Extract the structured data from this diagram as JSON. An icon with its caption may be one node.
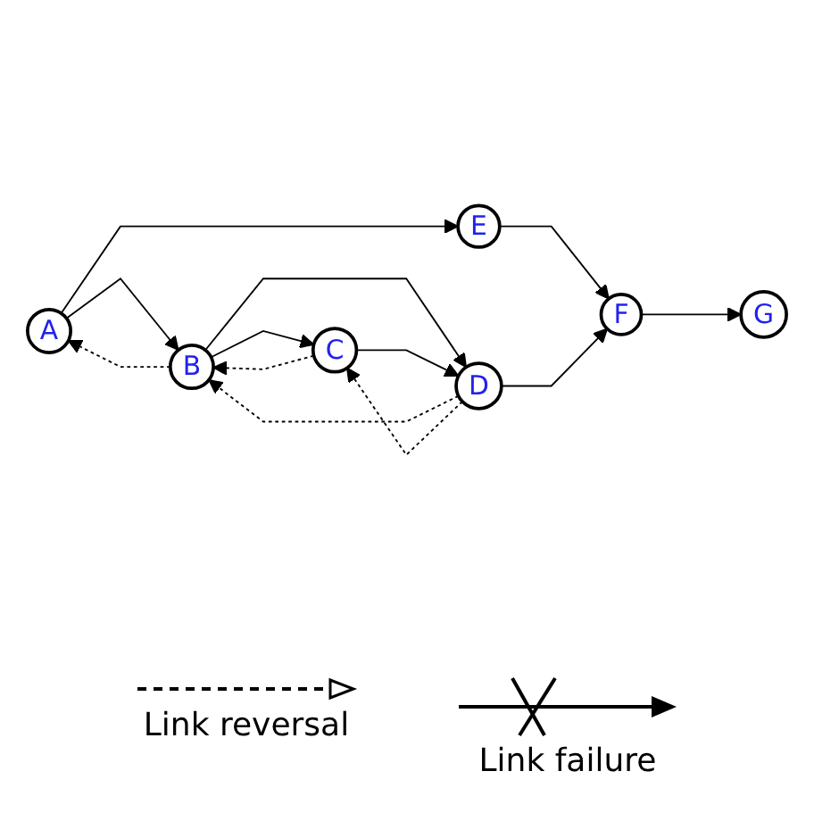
{
  "diagram": {
    "nodes": [
      {
        "text": [
          "A"
        ]
      },
      {
        "text": [
          "B"
        ]
      },
      {
        "text": [
          "C"
        ]
      },
      {
        "text": [
          "D"
        ]
      },
      {
        "text": [
          "G"
        ]
      },
      {
        "text": [
          "E"
        ]
      },
      {
        "text": [
          "F"
        ]
      }
    ],
    "edges": [
      {
        "from": 0,
        "to": 1,
        "arrow": "to"
      },
      {
        "from": 1,
        "to": 0,
        "arrow": "to",
        "style": "dashed"
      },
      {
        "from": 1,
        "to": 2,
        "arrow": "to"
      },
      {
        "from": 2,
        "to": 1,
        "arrow": "to",
        "style": "dashed"
      },
      {
        "from": 1,
        "to": 3,
        "arrow": "to"
      },
      {
        "from": 3,
        "to": 1,
        "arrow": "to",
        "style": "dashed"
      },
      {
        "from": 3,
        "to": 2,
        "arrow": "to",
        "style": "dashed"
      },
      {
        "from": 2,
        "to": 3,
        "arrow": "to"
      },
      {
        "from": 0,
        "to": 5,
        "arrow": "to"
      },
      {
        "from": 5,
        "to": 6,
        "arrow": "to"
      },
      {
        "from": 3,
        "to": 6,
        "arrow": "to"
      },
      {
        "from": 6,
        "to": 4,
        "arrow": "to"
      }
    ],
    "legend": [
      {
        "text": "Link reversal"
      },
      {
        "text": "Link failure"
      }
    ]
  }
}
